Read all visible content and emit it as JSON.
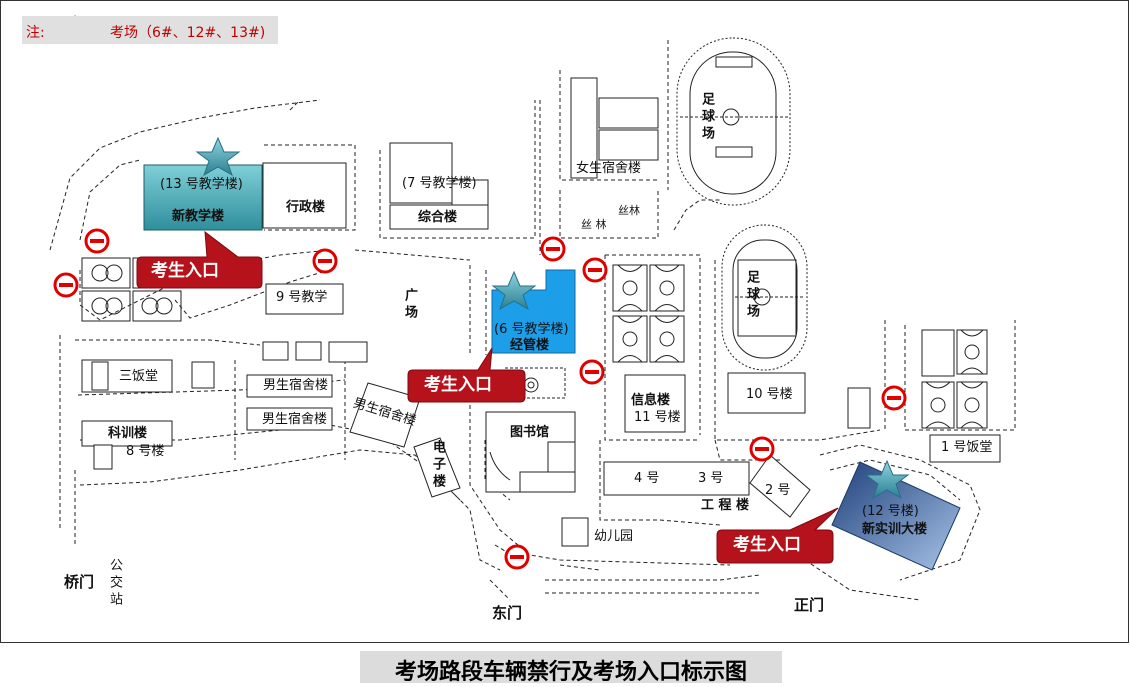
{
  "legend": {
    "note_label": "注:",
    "star_icon": "star-icon",
    "text": "考场（6#、12#、13#)"
  },
  "title": "考场路段车辆禁行及考场入口标示图",
  "colors": {
    "star": "#4ea6b8",
    "no_entry": "#e00000",
    "callout": "#b01018",
    "building_13": "#3aa3b0",
    "building_6": "#1d9ee8",
    "building_12": "#2a4d86"
  },
  "buildings": {
    "b13_sub": "(13 号教学楼)",
    "b13_name": "新教学楼",
    "admin": "行政楼",
    "b7_sub": "(7 号教学楼)",
    "complex": "综合楼",
    "girls_dorm": "女生宿舍楼",
    "grove1": "丝林",
    "grove2": "丝 林",
    "football1": "足球场",
    "football2": "足球场",
    "b9": "9 号教学",
    "square": "广场",
    "b6_sub": "(6 号教学楼)",
    "b6_name": "经管楼",
    "canteen3": "三饭堂",
    "boys_dorm1": "男生宿舍楼",
    "boys_dorm2": "男生宿舍楼",
    "boys_dorm3": "男生宿舍楼",
    "research": "科训楼",
    "b8": "8 号楼",
    "electronics": "电子楼",
    "library": "图书馆",
    "info": "信息楼",
    "b11": "11 号楼",
    "b10": "10 号楼",
    "canteen1": "1 号饭堂",
    "b4": "4 号",
    "b3": "3 号",
    "b2": "2 号",
    "engineering": "工 程 楼",
    "b12_sub": "(12 号楼)",
    "b12_name": "新实训大楼",
    "kindergarten": "幼儿园"
  },
  "gates": {
    "bridge": "桥门",
    "bus_stop": "公交站",
    "east": "东门",
    "main": "正门"
  },
  "callouts": [
    "考生入口",
    "考生入口",
    "考生入口"
  ]
}
